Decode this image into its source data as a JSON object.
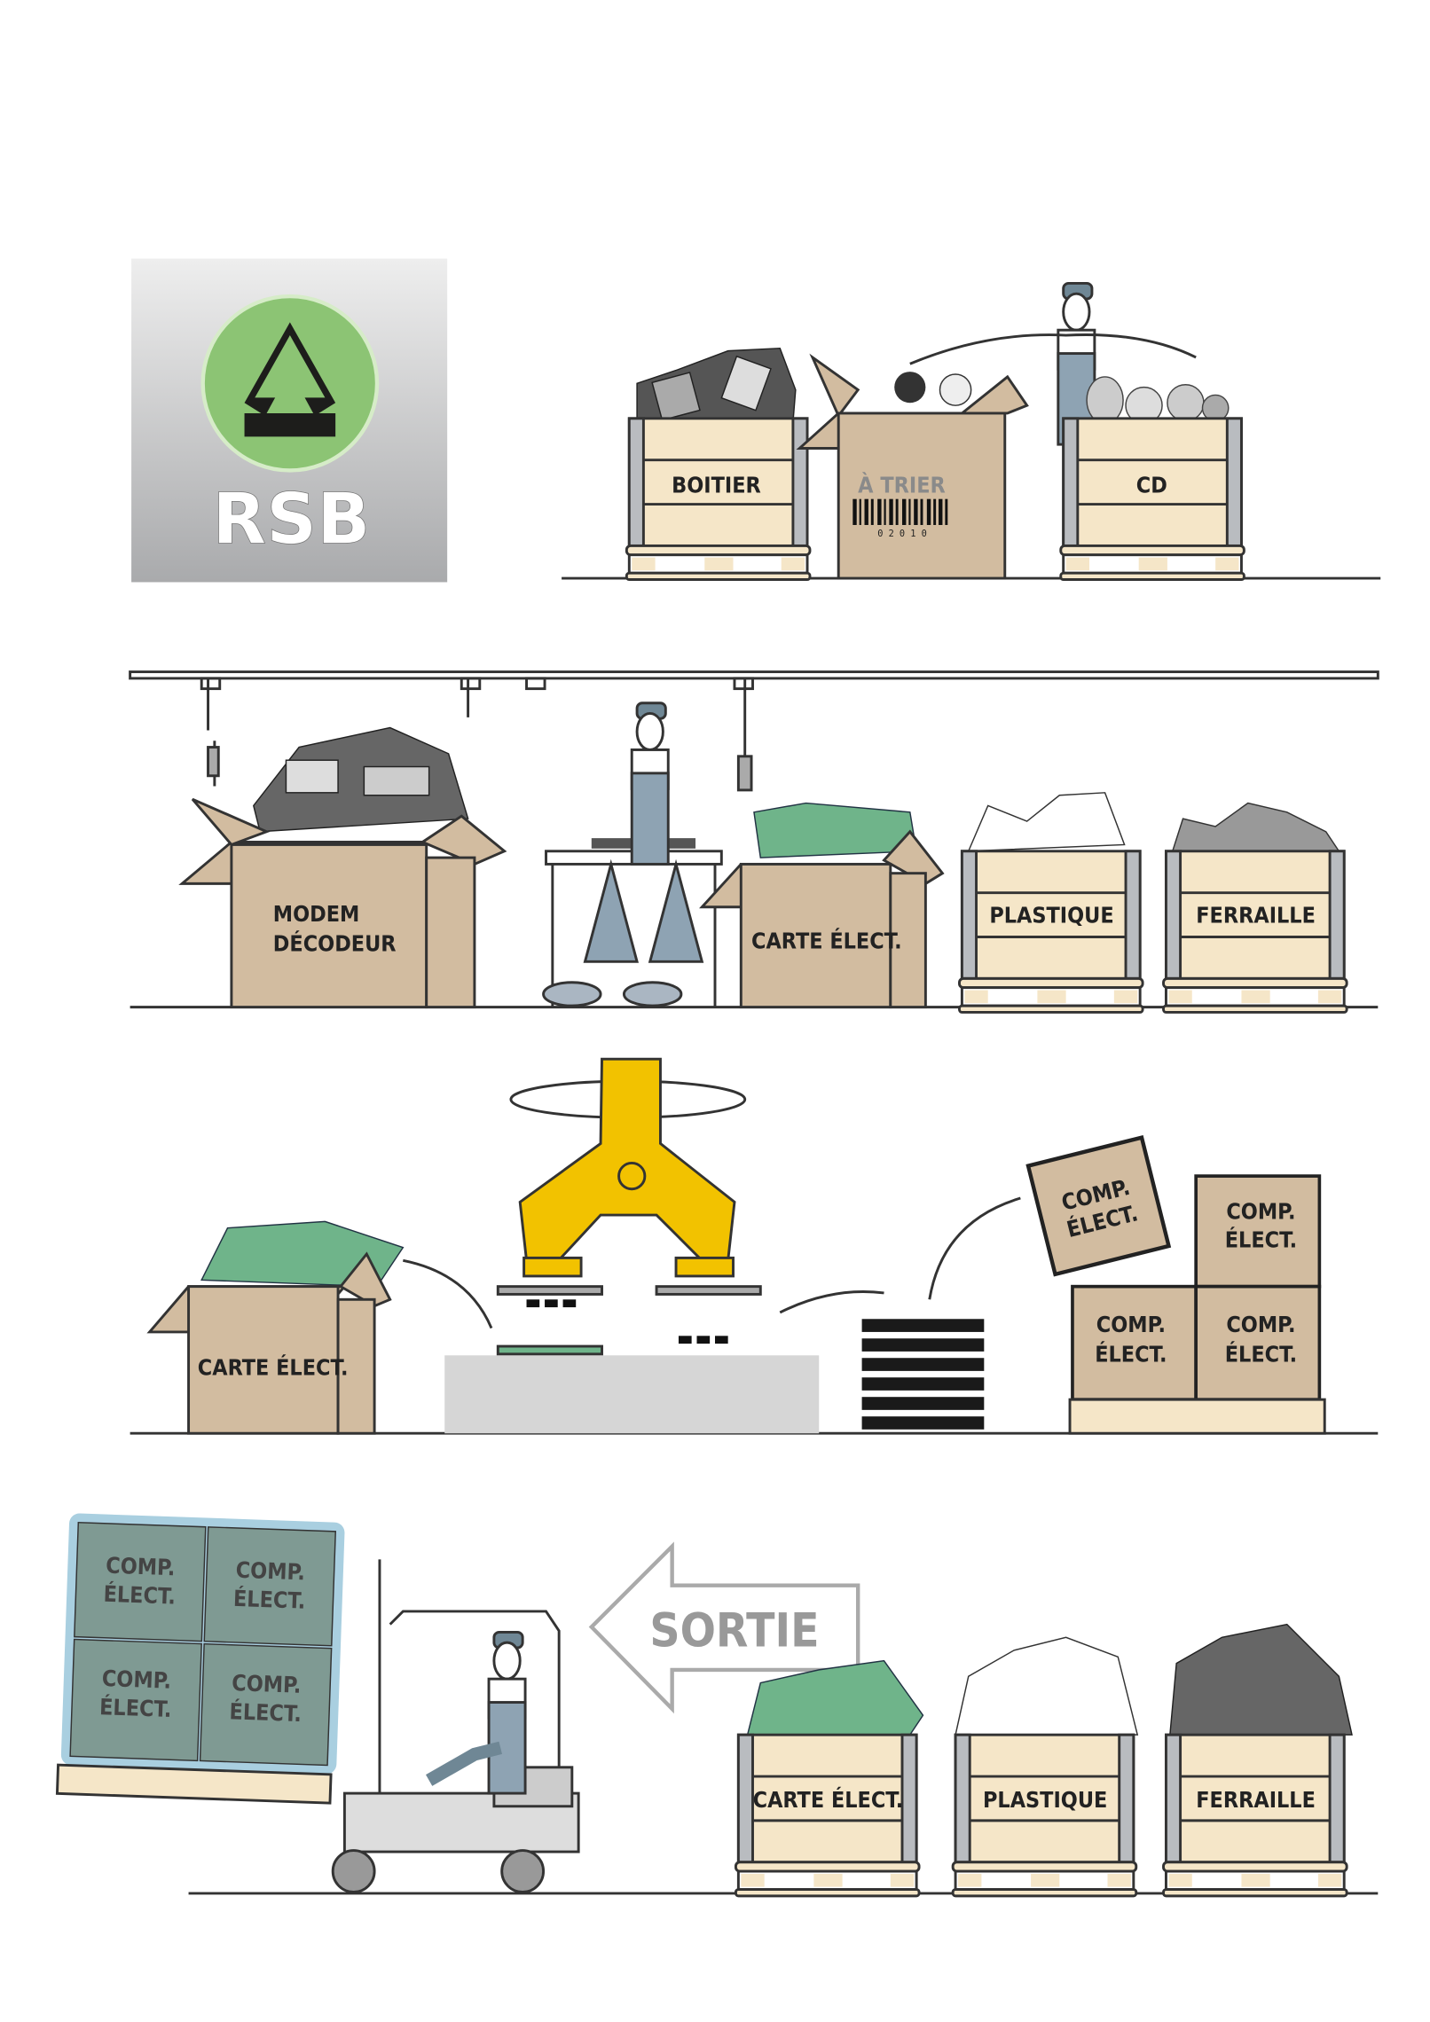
{
  "logo": {
    "text": "RSB",
    "colors": {
      "green": "#8cc474",
      "gray": "#b8b9bb"
    }
  },
  "row1": {
    "crate_left": "BOITIER",
    "box_center": "À TRIER",
    "barcode_number": "0 2 0 1 0",
    "crate_right": "CD"
  },
  "row2": {
    "box_left_line1": "MODEM",
    "box_left_line2": "DÉCODEUR",
    "box_boards": "CARTE ÉLECT.",
    "crate_plastic": "PLASTIQUE",
    "crate_scrap": "FERRAILLE"
  },
  "row3": {
    "box_boards": "CARTE ÉLECT.",
    "comp_line1": "COMP.",
    "comp_line2": "ÉLECT."
  },
  "row4": {
    "comp_line1": "COMP.",
    "comp_line2": "ÉLECT.",
    "exit_sign": "SORTIE",
    "crate_boards": "CARTE ÉLECT.",
    "crate_plastic": "PLASTIQUE",
    "crate_scrap": "FERRAILLE"
  },
  "colors": {
    "crate": "#f5e6c8",
    "box": "#d2bca0",
    "robot": "#f2c200",
    "pcb": "#6fb48a",
    "wrap": "#7f9a93"
  }
}
